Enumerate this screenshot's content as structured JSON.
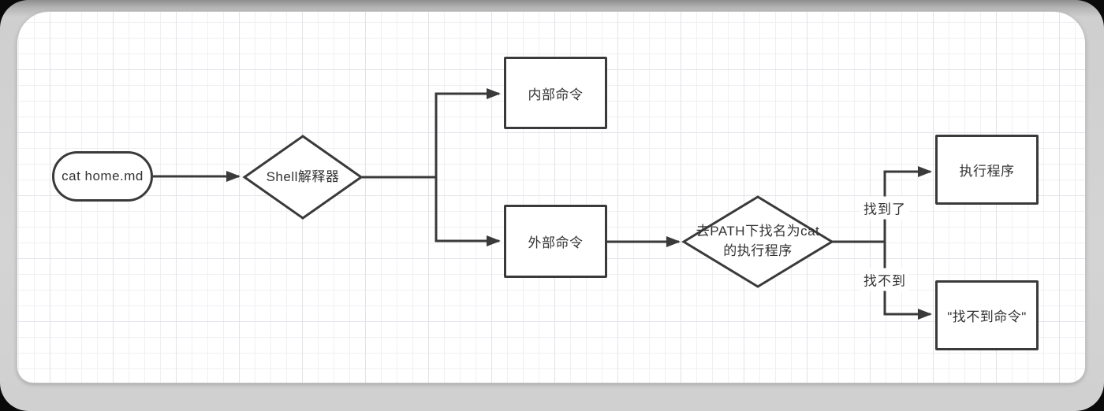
{
  "diagram": {
    "nodes": {
      "start": {
        "label": "cat home.md",
        "shape": "rounded"
      },
      "shell": {
        "label": "Shell解释器",
        "shape": "decision"
      },
      "internal": {
        "label": "内部命令",
        "shape": "process"
      },
      "external": {
        "label": "外部命令",
        "shape": "process"
      },
      "path_lookup": {
        "label": "去PATH下找名为cat\n的执行程序",
        "shape": "decision"
      },
      "execute": {
        "label": "执行程序",
        "shape": "process"
      },
      "not_found": {
        "label": "\"找不到命令\"",
        "shape": "process"
      }
    },
    "edge_labels": {
      "found": "找到了",
      "not_found": "找不到"
    },
    "colors": {
      "stroke": "#3a3a3a",
      "text": "#333333",
      "node_fill": "#ffffff",
      "canvas_bg": "#ffffff",
      "grid_minor": "#eff0f4",
      "grid_major": "#e2e3e9",
      "frame": "#d2d2d2",
      "outer_bg": "#0a0a0a"
    }
  }
}
